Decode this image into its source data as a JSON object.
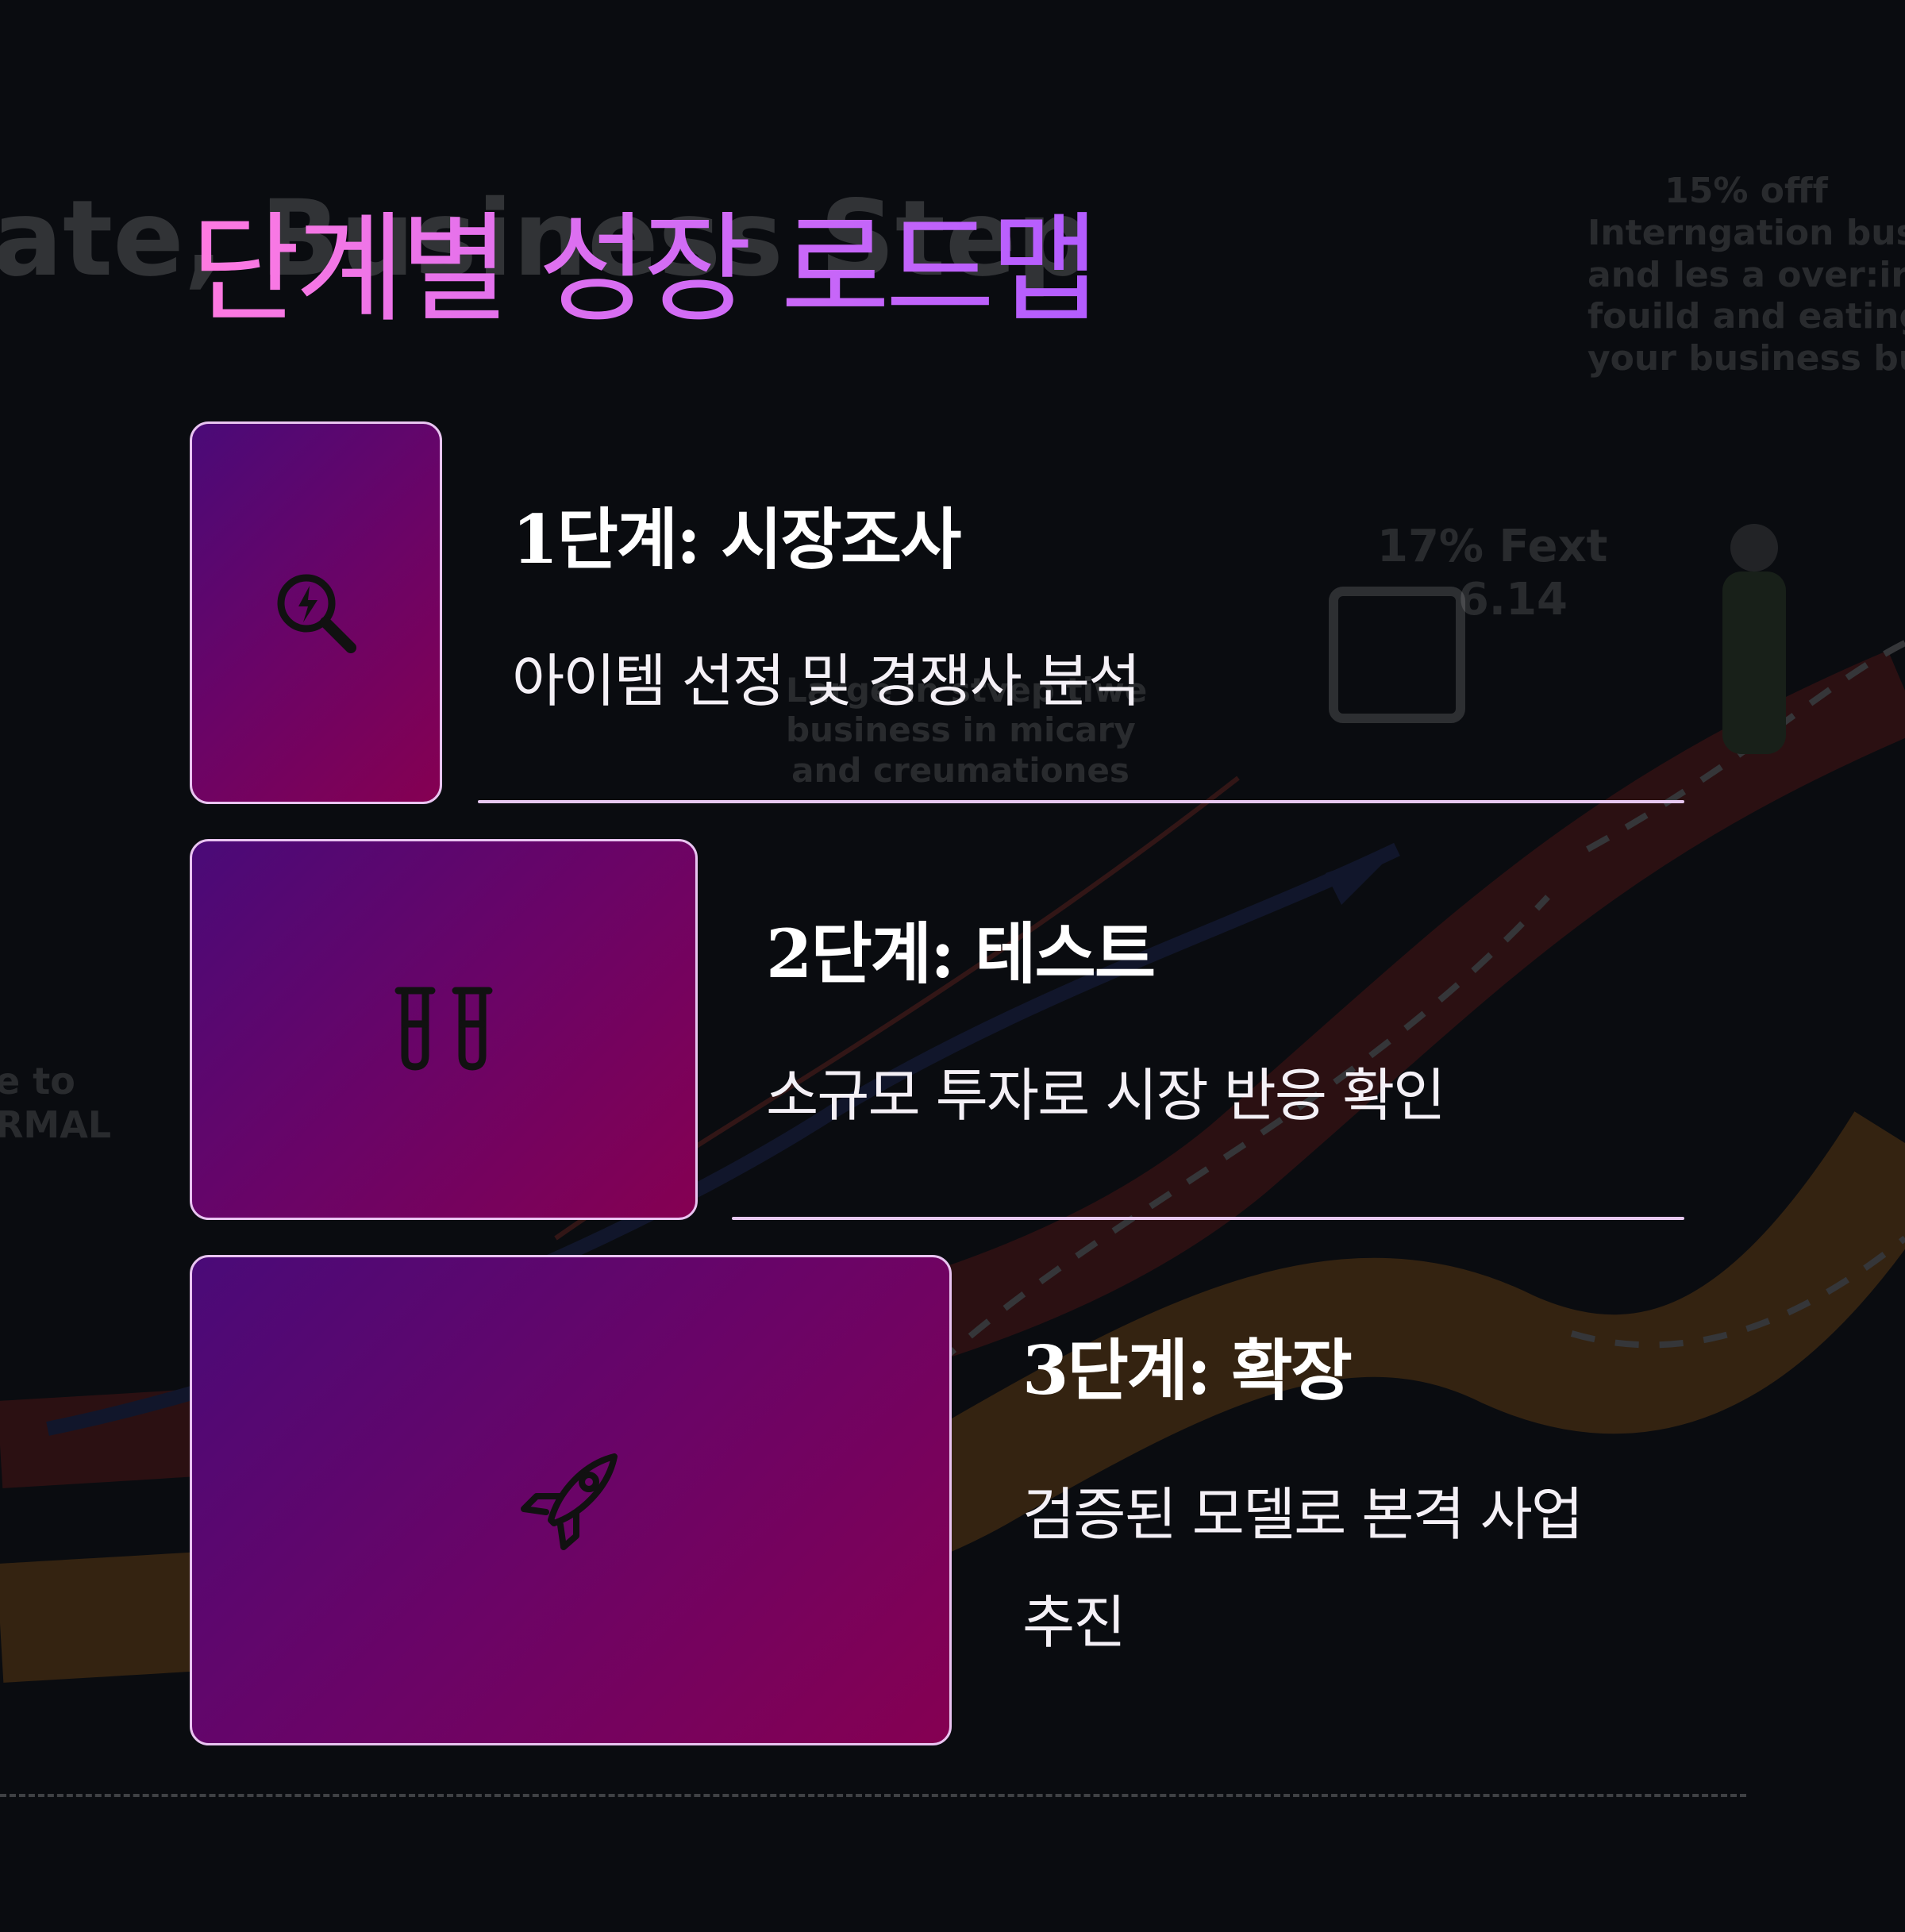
{
  "background": {
    "ghost_title": "ate, Business Step",
    "promo_lines": [
      "15% offf",
      "Interngation busi",
      "and les a over:ir",
      "fouild and eating",
      "your business busi"
    ],
    "stat_lines": [
      "17% Fext",
      "6.14"
    ],
    "mid_note_lines": [
      "Large in stvep tiwe",
      "business in micary",
      "and creumationes"
    ],
    "left_note_lines": [
      "e to",
      "RMAL"
    ]
  },
  "title": "단계별 성장 로드맵",
  "steps": [
    {
      "title": "1단계: 시장조사",
      "description": "아이템 선정 및 경쟁사 분석",
      "icon": "search-bolt-icon"
    },
    {
      "title": "2단계: 테스트",
      "description": "소규모 투자로 시장 반응 확인",
      "icon": "test-tubes-icon"
    },
    {
      "title": "3단계: 확장",
      "description": "검증된 모델로 본격 사업 추진",
      "icon": "rocket-icon"
    }
  ],
  "colors": {
    "background": "#0a0c10",
    "title_gradient_start": "#ff7ae0",
    "title_gradient_end": "#b35cff",
    "card_gradient_start": "#4a0a78",
    "card_gradient_end": "#850052",
    "card_border": "#e9c4f1",
    "separator": "#e7c8f0"
  }
}
